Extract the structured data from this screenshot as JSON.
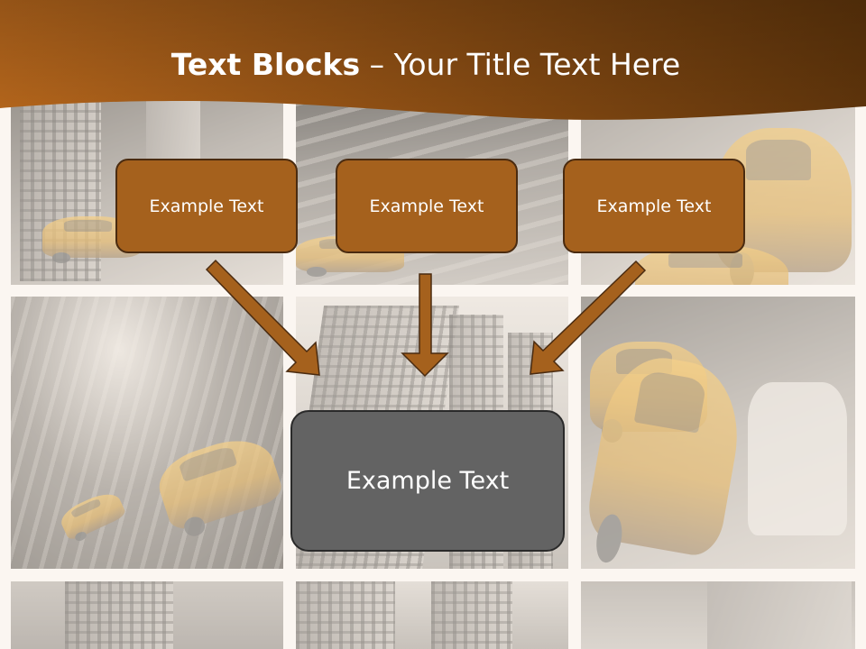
{
  "slide": {
    "title_bold": "Text Blocks",
    "title_rest": " – Your Title Text Here",
    "top_boxes": [
      {
        "label": "Example Text"
      },
      {
        "label": "Example Text"
      },
      {
        "label": "Example Text"
      }
    ],
    "bottom_box": {
      "label": "Example Text"
    }
  },
  "colors": {
    "header_brown": "#a5611d",
    "box_fill": "#a5611d",
    "box_border": "#4a2b10",
    "main_box_fill": "#636363",
    "arrow_fill": "#a5611d",
    "grid_gap": "#fbf6f1"
  }
}
